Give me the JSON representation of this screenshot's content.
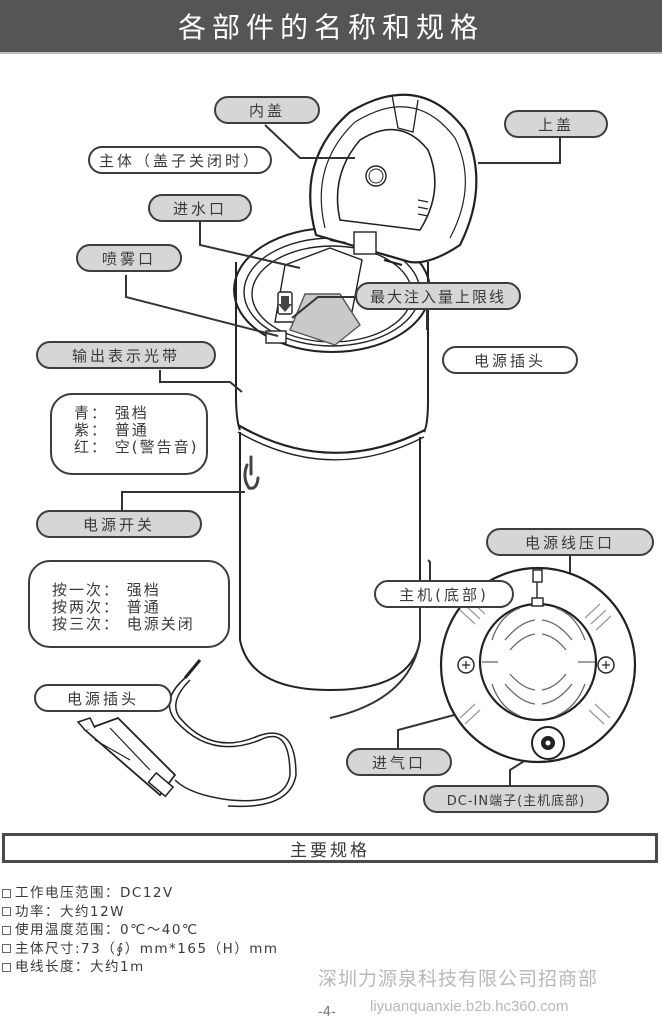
{
  "header": {
    "title": "各部件的名称和规格"
  },
  "labels": {
    "inner_lid": "内盖",
    "top_lid": "上盖",
    "body_closed": "主体（盖子关闭时）",
    "water_inlet": "进水口",
    "spray_outlet": "喷雾口",
    "max_fill_line": "最大注入量上限线",
    "power_plug_right": "电源插头",
    "output_light_band": "输出表示光带",
    "power_switch": "电源开关",
    "cord_clamp": "电源线压口",
    "main_unit_bottom": "主机(底部)",
    "air_inlet": "进气口",
    "dc_in": "DC-IN端子(主机底部)",
    "power_plug_left": "电源插头"
  },
  "light_legend": [
    "青：  强档",
    "紫：  普通",
    "红：  空(警告音)"
  ],
  "switch_legend": [
    "按一次：  强档",
    "按两次：  普通",
    "按三次：  电源关闭"
  ],
  "specs": {
    "title": "主要规格",
    "items": [
      "工作电压范围：DC12V",
      "功率：大约12W",
      "使用温度范围：0℃～40℃",
      "主体尺寸:73（∮）mm*165（H）mm",
      "电线长度：大约1m"
    ]
  },
  "footer": {
    "company": "深圳力源泉科技有限公司招商部",
    "url": "liyuanquanxie.b2b.hc360.com",
    "page": "-4-"
  }
}
